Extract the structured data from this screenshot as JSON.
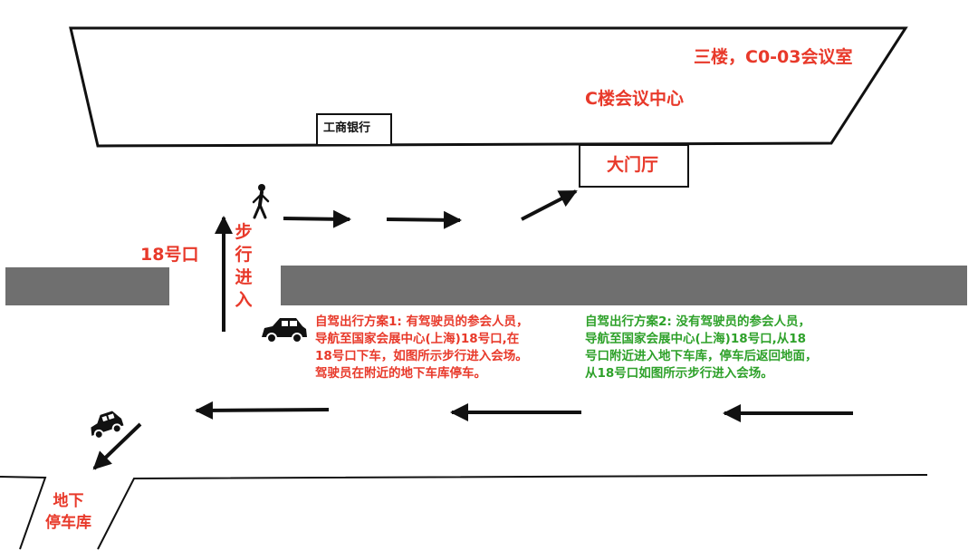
{
  "building": {
    "floor_room": "三楼，C0-03会议室",
    "center_name": "C楼会议中心",
    "bank": "工商银行",
    "lobby": "大门厅"
  },
  "entrance": {
    "gate": "18号口",
    "walk_in": "步行进入"
  },
  "parking": {
    "label_line1": "地下",
    "label_line2": "停车库"
  },
  "plans": {
    "plan1": "自驾出行方案1: 有驾驶员的参会人员，\n导航至国家会展中心(上海)18号口,在\n18号口下车，如图所示步行进入会场。\n驾驶员在附近的地下车库停车。",
    "plan2": "自驾出行方案2: 没有驾驶员的参会人员，\n导航至国家会展中心(上海)18号口,从18\n号口附近进入地下车库，停车后返回地面，\n从18号口如图所示步行进入会场。"
  },
  "colors": {
    "accent_red": "#e8392a",
    "accent_green": "#2ea12a",
    "road_gray": "#6f6f6f",
    "line": "#111111"
  },
  "icons": [
    "walking-person-icon",
    "car-icon"
  ]
}
